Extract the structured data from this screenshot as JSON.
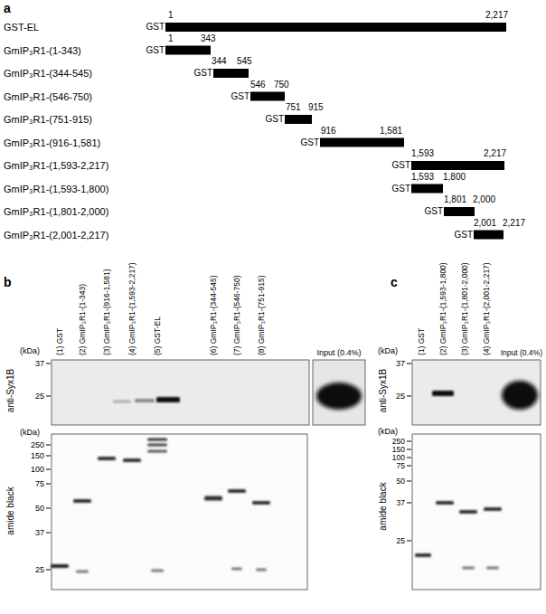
{
  "diagram": {
    "labels": [
      "a",
      "GST-EL",
      "GST",
      "1",
      "2,217",
      "GmIP₃R1-(1-343)",
      "GST",
      "1",
      "343",
      "GmIP₃R1-(344-545)",
      "GST",
      "344",
      "545",
      "GmIP₃R1-(546-750)",
      "GST",
      "546",
      "750",
      "GmIP₃R1-(751-915)",
      "GST",
      "751",
      "915",
      "GmIP₃R1-(916-1,581)",
      "GST",
      "916",
      "1,581",
      "GmIP₃R1-(1,593-2,217)",
      "GST",
      "1,593",
      "2,217",
      "GmIP₃R1-(1,593-1,800)",
      "GST",
      "1,593",
      "1,800",
      "GmIP₃R1-(1,801-2,000)",
      "GST",
      "1,801",
      "2,000",
      "GmIP₃R1-(2,001-2,217)",
      "GST",
      "2,001",
      "2,217",
      "b",
      "(1) GST",
      "(2) GmIP₃R1-(1-343)",
      "(3) GmIP₃R1-(916-1,581)",
      "(4) GmIP₃R1-(1,593-2,217)",
      "(5) GST-EL",
      "(6) GmIP₃R1-(344-545)",
      "(7) GmIP₃R1-(546-750)",
      "(8) GmIP₃R1-(751-915)",
      "Input (0.4%)",
      "(kDa)",
      "37",
      "25",
      "anti-Syx1B",
      "(kDa)",
      "250",
      "150",
      "100",
      "75",
      "50",
      "37",
      "25",
      "amide black",
      "c",
      "(1) GST",
      "(2) GmIP₃R1-(1,593-1,800)",
      "(3) GmIP₃R1-(1,801-2,000)",
      "(4) GmIP₃R1-(2,001-2,217)",
      "Input (0.4%)",
      "(kDa)",
      "37",
      "25",
      "anti-Syx1B",
      "(kDa)",
      "250",
      "150",
      "100",
      "75",
      "50",
      "37",
      "25",
      "amide black"
    ]
  }
}
